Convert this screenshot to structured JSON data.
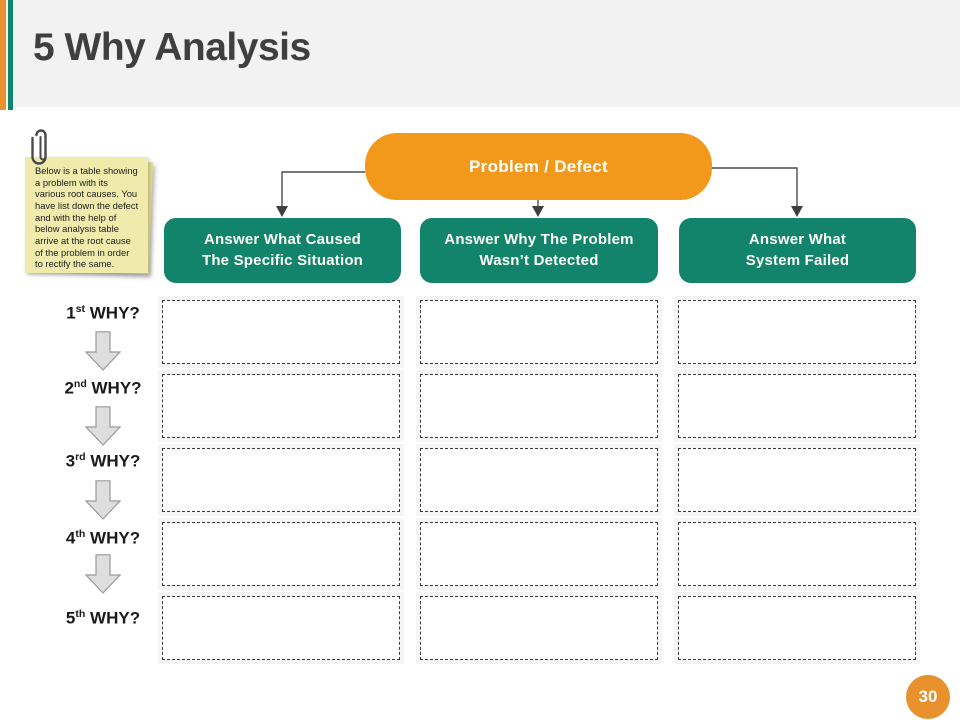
{
  "slide": {
    "title": "5 Why Analysis",
    "page_number": "30"
  },
  "note": {
    "text": "Below is a table showing a problem with its various root causes. You have list down the defect and with the help of below analysis table arrive at the root cause of the problem in order to rectify the same."
  },
  "flow": {
    "problem_label": "Problem / Defect",
    "answers": [
      {
        "line1": "Answer What Caused",
        "line2": "The Specific Situation"
      },
      {
        "line1": "Answer Why The Problem",
        "line2": "Wasn’t Detected"
      },
      {
        "line1": "Answer What",
        "line2": "System Failed"
      }
    ]
  },
  "why_labels": [
    {
      "num": "1",
      "ord": "st",
      "text": "WHY?"
    },
    {
      "num": "2",
      "ord": "nd",
      "text": "WHY?"
    },
    {
      "num": "3",
      "ord": "rd",
      "text": "WHY?"
    },
    {
      "num": "4",
      "ord": "th",
      "text": "WHY?"
    },
    {
      "num": "5",
      "ord": "th",
      "text": "WHY?"
    }
  ],
  "grid": {
    "rows": 5,
    "cols": 3
  },
  "colors": {
    "accent_orange": "#F2991C",
    "accent_teal": "#12846B",
    "header_bg": "#F2F2F2",
    "note_yellow": "#F0EBAD",
    "page_badge_orange": "#E8912D"
  }
}
